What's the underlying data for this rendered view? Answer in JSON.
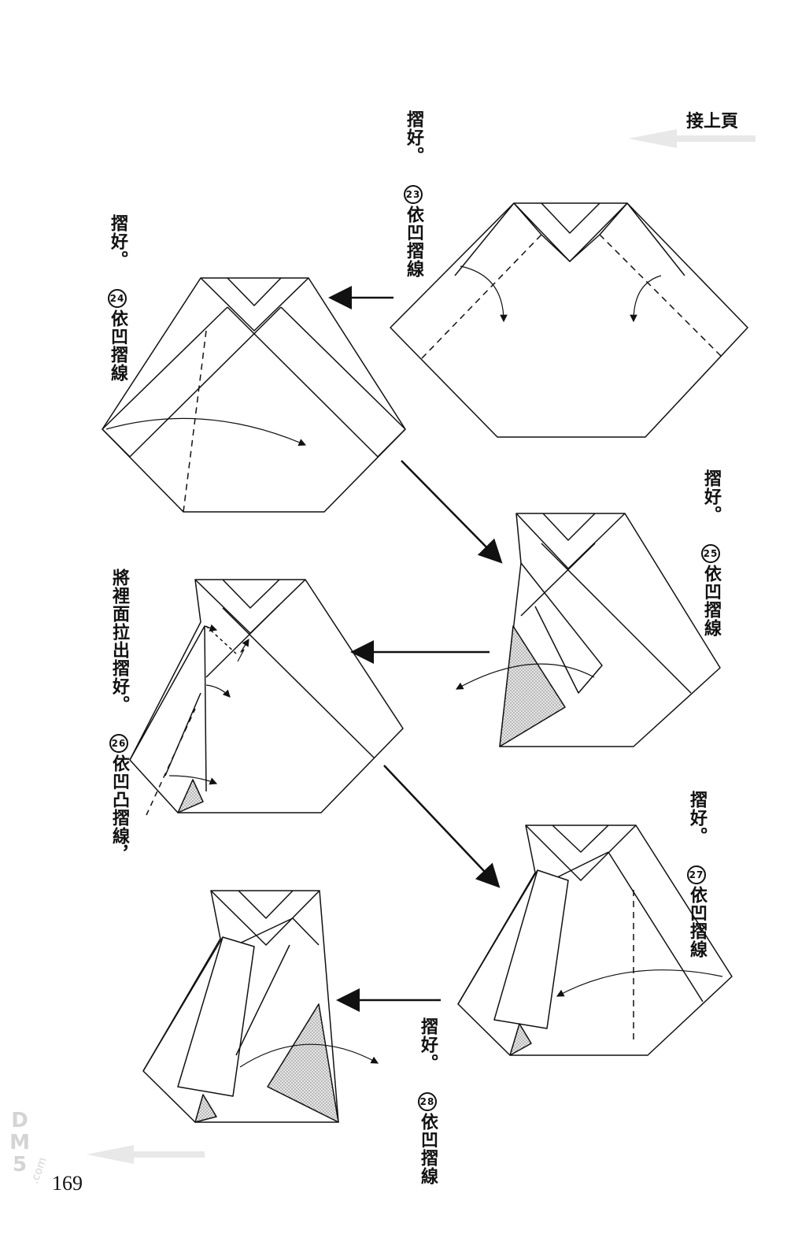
{
  "header": {
    "continued_label": "接上頁"
  },
  "steps": [
    {
      "number": "23",
      "lines": [
        "依凹摺線",
        "摺好。"
      ]
    },
    {
      "number": "24",
      "lines": [
        "依凹摺線",
        "摺好。"
      ]
    },
    {
      "number": "25",
      "lines": [
        "依凹摺線",
        "摺好。"
      ]
    },
    {
      "number": "26",
      "lines": [
        "依凹凸摺線，",
        "將裡面拉出摺好。"
      ]
    },
    {
      "number": "27",
      "lines": [
        "依凹摺線",
        "摺好。"
      ]
    },
    {
      "number": "28",
      "lines": [
        "依凹摺線",
        "摺好。"
      ]
    }
  ],
  "footer": {
    "page_number": "169",
    "watermark": "DM5",
    "watermark_sub": ".com"
  },
  "colors": {
    "ink": "#111111",
    "shade": "#d9d9d9",
    "watermark": "#d4d4d4"
  }
}
